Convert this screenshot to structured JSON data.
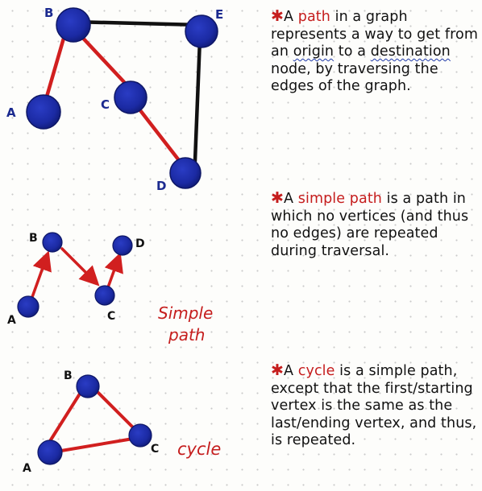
{
  "colors": {
    "node": "#1b2aa3",
    "node_edge": "#0e1766",
    "red_edge": "#d11f1f",
    "black_edge": "#111111",
    "accent_text": "#c51d1d",
    "ink": "#111111"
  },
  "graph1": {
    "labels": {
      "A": "A",
      "B": "B",
      "C": "C",
      "D": "D",
      "E": "E"
    }
  },
  "graph2": {
    "labels": {
      "A": "A",
      "B": "B",
      "C": "C",
      "D": "D"
    },
    "caption_line1": "Simple",
    "caption_line2": "path"
  },
  "graph3": {
    "labels": {
      "A": "A",
      "B": "B",
      "C": "C"
    },
    "caption": "cycle"
  },
  "notes": {
    "path": {
      "star": "✱",
      "a": "A ",
      "term": "path",
      "p1": " in a graph represents a way to get from an ",
      "origin": "origin",
      "p2": " to a ",
      "destination": "destination",
      "p3": " node, by traversing the edges of the graph."
    },
    "simple": {
      "star": "✱",
      "a": "A ",
      "term": "simple path",
      "p1": " is a path in which no vertices (and thus no edges) are repeated during traversal."
    },
    "cycle": {
      "star": "✱",
      "a": "A ",
      "term": "cycle",
      "p1": " is a simple path, except that the first/starting vertex is the same as the last/ending vertex, and thus, is repeated."
    }
  }
}
